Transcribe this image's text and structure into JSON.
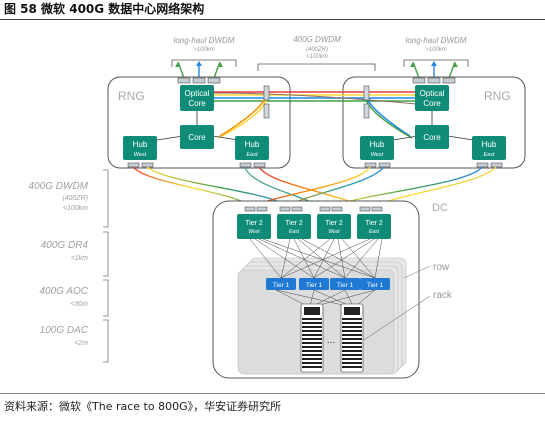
{
  "title": "图 58 微软 400G 数据中心网络架构",
  "source": "资料来源：微软《The race to 800G》，华安证券研究所",
  "top_labels": {
    "left_dwdm": "long-haul DWDM",
    "left_dwdm_sub": ">100km",
    "mid_dwdm": "400G DWDM",
    "mid_dwdm_sub1": "(400ZR)",
    "mid_dwdm_sub2": "<100km",
    "right_dwdm": "long-haul DWDM",
    "right_dwdm_sub": ">100km"
  },
  "rng": {
    "label": "RNG",
    "optical_core": [
      "Optical",
      "Core"
    ],
    "core": "Core",
    "hub_west": [
      "Hub",
      "West"
    ],
    "hub_east": [
      "Hub",
      "East"
    ]
  },
  "dc": {
    "label": "DC",
    "tier2": [
      "Tier 2",
      "Tier 2",
      "Tier 2",
      "Tier 2"
    ],
    "tier2_sub": [
      "West",
      "East",
      "West",
      "East"
    ],
    "tier1": [
      "Tier 1",
      "Tier 1",
      "Tier 1",
      "Tier 1"
    ],
    "row_label": "row",
    "rack_label": "rack",
    "ellipsis": "..."
  },
  "link_types": [
    {
      "name": "400G DWDM",
      "sub1": "(400ZR)",
      "sub2": "<100km"
    },
    {
      "name": "400G DR4",
      "sub1": "<1km"
    },
    {
      "name": "400G AOC",
      "sub1": "<30m"
    },
    {
      "name": "100G DAC",
      "sub1": "<2m"
    }
  ],
  "colors": {
    "node_green": "#0f8c78",
    "tier1_blue": "#1f7ad6",
    "label_gray": "#a0a0a0",
    "box_border": "#555555"
  }
}
